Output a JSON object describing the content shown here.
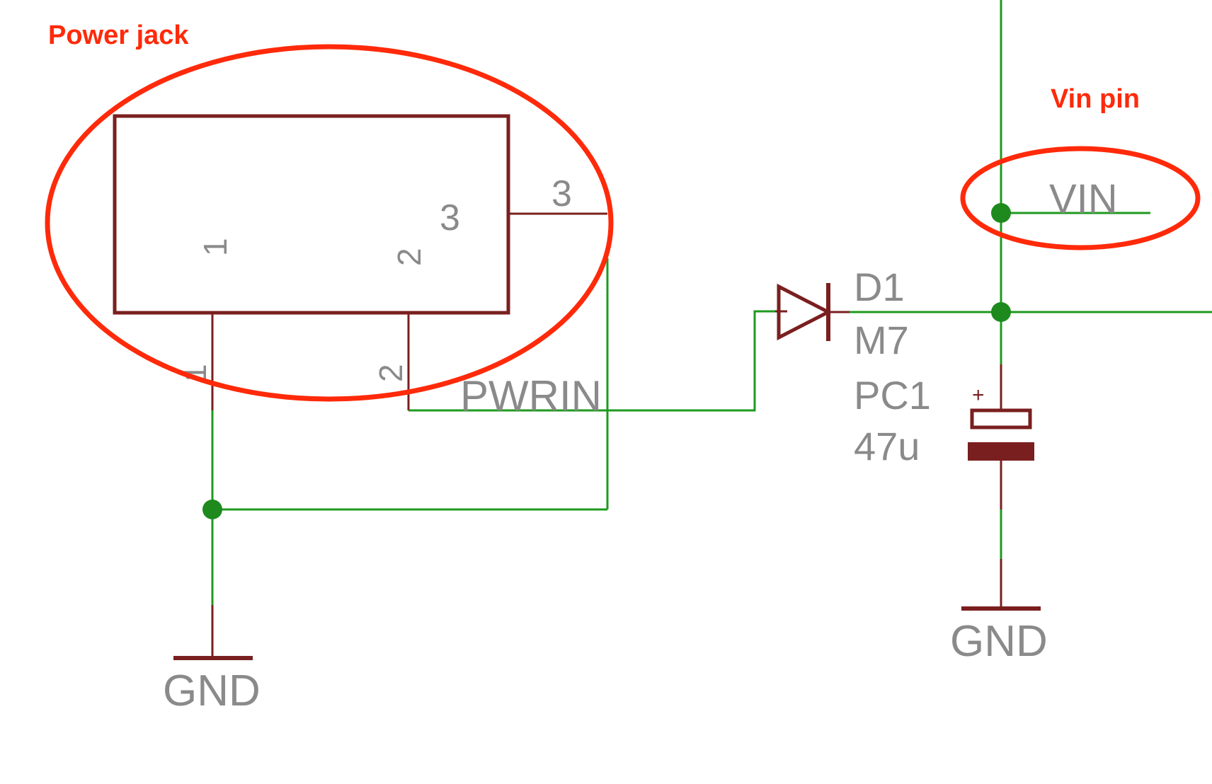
{
  "annotations": {
    "power_jack": "Power jack",
    "vin_pin": "Vin pin"
  },
  "power_jack": {
    "pin1_inner": "1",
    "pin2_inner": "2",
    "pin3_inner": "3",
    "pin3_outer": "3",
    "pin1_outer": "1",
    "pin2_outer": "2"
  },
  "nets": {
    "pwrin": "PWRIN",
    "vin": "VIN",
    "gnd_left": "GND",
    "gnd_right": "GND"
  },
  "diode": {
    "name": "D1",
    "value": "M7"
  },
  "capacitor": {
    "name": "PC1",
    "value": "47u",
    "polarity": "+"
  },
  "colors": {
    "wire": "#1e9a1e",
    "part": "#7a1f1f",
    "label": "#8a8a8a",
    "annotation": "#ff2a0a"
  }
}
